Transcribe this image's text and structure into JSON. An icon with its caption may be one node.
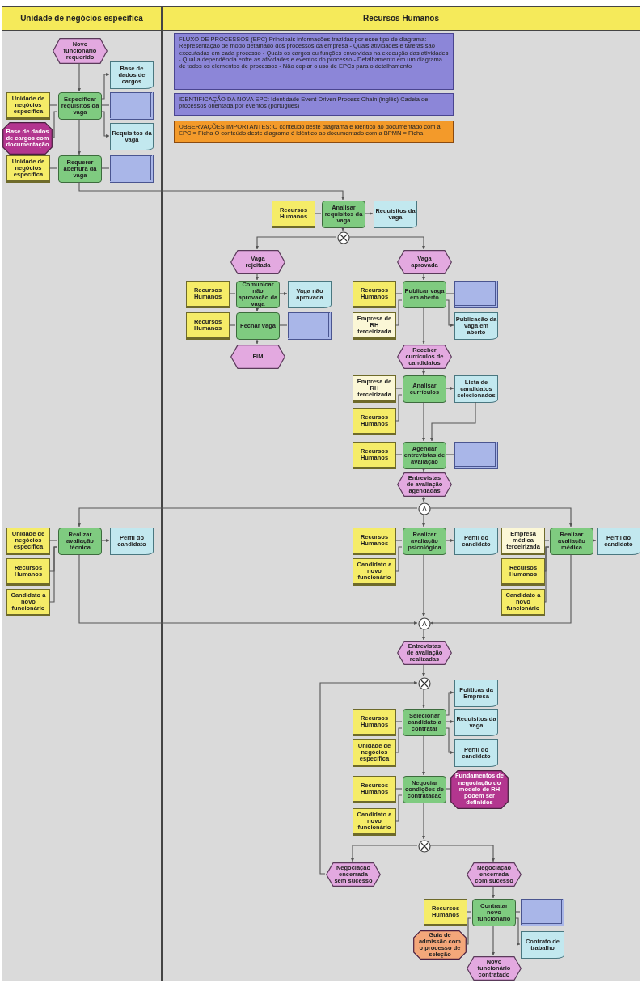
{
  "diagram": {
    "nodes": [
      {
        "text": [
          "Unidade de negócios específica"
        ]
      },
      {
        "text": [
          "Recursos Humanos"
        ]
      },
      {
        "text": [
          "FLUXO DE PROCESSOS (EPC) Principais informações trazidas por esse tipo de diagrama: - Representação de modo detalhado dos processos da empresa - Quais atividades e tarefas são executadas em cada processo - Quais os cargos ou funções envolvidas na execução das atividades - Qual a dependência entre as atividades e eventos do processo - Detalhamento em um diagrama de todos os elementos de processos - Não copiar o uso de EPCs para o detalhamento"
        ],
        "in": 1
      },
      {
        "text": [
          "IDENTIFICAÇÃO DA NOVA EPC: Identidade Event-Driven Process Chain (inglês) Cadeia de processos orientada por eventos (português)"
        ],
        "in": 1
      },
      {
        "text": [
          "OBSERVAÇÕES IMPORTANTES: O conteúdo deste diagrama é idêntico ao documentado com a EPC = Ficha O conteúdo deste diagrama é idêntico ao documentado com a BPMN = Ficha"
        ],
        "in": 1
      },
      {
        "text": [
          "Novo funcionário requerido"
        ],
        "in": 0
      },
      {
        "text": [
          "Base de dados de cargos"
        ],
        "in": 0
      },
      {
        "text": [
          "Unidade de negócios específica"
        ],
        "in": 0
      },
      {
        "text": [
          "Especificar requisitos da vaga"
        ],
        "in": 0
      },
      {
        "text": [],
        "shape": "box",
        "in": 0
      },
      {
        "text": [
          "Base de dados de cargos com documentação"
        ],
        "in": 0
      },
      {
        "text": [
          "Requisitos da vaga"
        ],
        "in": 0
      },
      {
        "text": [
          "Unidade de negócios específica"
        ],
        "in": 0
      },
      {
        "text": [
          "Requerer abertura da vaga"
        ],
        "in": 0
      },
      {
        "text": [],
        "shape": "box",
        "in": 0
      },
      {
        "text": [
          "Recursos Humanos"
        ],
        "in": 1
      },
      {
        "text": [
          "Analisar requisitos da vaga"
        ],
        "in": 1
      },
      {
        "text": [
          "Requisitos da vaga"
        ],
        "in": 1
      },
      {
        "text": [],
        "shape": "circle",
        "in": 1
      },
      {
        "text": [
          "Vaga rejeitada"
        ],
        "in": 1
      },
      {
        "text": [
          "Vaga aprovada"
        ],
        "in": 1
      },
      {
        "text": [
          "Recursos Humanos"
        ],
        "in": 1
      },
      {
        "text": [
          "Comunicar não aprovação da vaga"
        ],
        "in": 1
      },
      {
        "text": [
          "Vaga não aprovada"
        ],
        "in": 1
      },
      {
        "text": [
          "Recursos Humanos"
        ],
        "in": 1
      },
      {
        "text": [
          "Publicar vaga em aberto"
        ],
        "in": 1
      },
      {
        "text": [],
        "shape": "box",
        "in": 1
      },
      {
        "text": [
          "Empresa de RH terceirizada"
        ],
        "in": 1
      },
      {
        "text": [
          "Publicação da vaga em aberto"
        ],
        "in": 1
      },
      {
        "text": [
          "Recursos Humanos"
        ],
        "in": 1
      },
      {
        "text": [
          "Fechar vaga"
        ],
        "in": 1
      },
      {
        "text": [],
        "shape": "box",
        "in": 1
      },
      {
        "text": [
          "FIM"
        ],
        "in": 1
      },
      {
        "text": [
          "Receber currículos de candidatos"
        ],
        "in": 1
      },
      {
        "text": [
          "Empresa de RH terceirizada"
        ],
        "in": 1
      },
      {
        "text": [
          "Analisar currículos"
        ],
        "in": 1
      },
      {
        "text": [
          "Lista de candidatos selecionados"
        ],
        "in": 1
      },
      {
        "text": [
          "Recursos Humanos"
        ],
        "in": 1
      },
      {
        "text": [
          "Recursos Humanos"
        ],
        "in": 1
      },
      {
        "text": [
          "Agendar entrevistas de avaliação"
        ],
        "in": 1
      },
      {
        "text": [],
        "shape": "box",
        "in": 1
      },
      {
        "text": [
          "Entrevistas de avaliação agendadas"
        ],
        "in": 1
      },
      {
        "text": [],
        "shape": "circle",
        "in": 1
      },
      {
        "text": [
          "Unidade de negócios específica"
        ],
        "in": 0
      },
      {
        "text": [
          "Realizar avaliação técnica"
        ],
        "in": 0
      },
      {
        "text": [
          "Perfil do candidato"
        ],
        "in": 0
      },
      {
        "text": [
          "Recursos Humanos"
        ],
        "in": 0
      },
      {
        "text": [
          "Candidato a novo funcionário"
        ],
        "in": 0
      },
      {
        "text": [
          "Recursos Humanos"
        ],
        "in": 1
      },
      {
        "text": [
          "Realizar avaliação psicológica"
        ],
        "in": 1
      },
      {
        "text": [
          "Perfil do candidato"
        ],
        "in": 1
      },
      {
        "text": [
          "Candidato a novo funcionário"
        ],
        "in": 1
      },
      {
        "text": [
          "Empresa médica terceirizada"
        ],
        "in": 1
      },
      {
        "text": [
          "Realizar avaliação médica"
        ],
        "in": 1
      },
      {
        "text": [
          "Perfil do candidato"
        ],
        "in": 1
      },
      {
        "text": [
          "Recursos Humanos"
        ],
        "in": 1
      },
      {
        "text": [
          "Candidato a novo funcionário"
        ],
        "in": 1
      },
      {
        "text": [],
        "shape": "circle",
        "in": 1
      },
      {
        "text": [
          "Entrevistas de avaliação realizadas"
        ],
        "in": 1
      },
      {
        "text": [],
        "shape": "circle",
        "in": 1
      },
      {
        "text": [
          "Políticas da Empresa"
        ],
        "in": 1
      },
      {
        "text": [
          "Recursos Humanos"
        ],
        "in": 1
      },
      {
        "text": [
          "Selecionar candidato a contratar"
        ],
        "in": 1
      },
      {
        "text": [
          "Requisitos da vaga"
        ],
        "in": 1
      },
      {
        "text": [
          "Unidade de negócios específica"
        ],
        "in": 1
      },
      {
        "text": [
          "Perfil do candidato"
        ],
        "in": 1
      },
      {
        "text": [
          "Recursos Humanos"
        ],
        "in": 1
      },
      {
        "text": [
          "Negociar condições de contratação"
        ],
        "in": 1
      },
      {
        "text": [
          "Fundamentos de negociação do modelo de RH podem ser definidos"
        ],
        "in": 1
      },
      {
        "text": [
          "Candidato a novo funcionário"
        ],
        "in": 1
      },
      {
        "text": [],
        "shape": "circle",
        "in": 1
      },
      {
        "text": [
          "Negociação encerrada sem sucesso"
        ],
        "in": 1
      },
      {
        "text": [
          "Negociação encerrada com sucesso"
        ],
        "in": 1
      },
      {
        "text": [
          "Recursos Humanos"
        ],
        "in": 1
      },
      {
        "text": [
          "Contratar novo funcionário"
        ],
        "in": 1
      },
      {
        "text": [],
        "shape": "box",
        "in": 1
      },
      {
        "text": [
          "Guia de admissão com o processo de seleção"
        ],
        "in": 1
      },
      {
        "text": [
          "Contrato de trabalho"
        ],
        "in": 1
      },
      {
        "text": [
          "Novo funcionário contratado"
        ],
        "in": 1
      }
    ],
    "edges": [
      {
        "from": 5,
        "to": 8,
        "arrow": "to"
      },
      {
        "from": 7,
        "to": 8,
        "arrow": "none"
      },
      {
        "from": 10,
        "to": 8,
        "arrow": "none"
      },
      {
        "from": 8,
        "to": 6,
        "arrow": "to"
      },
      {
        "from": 8,
        "to": 9,
        "arrow": "none"
      },
      {
        "from": 8,
        "to": 11,
        "arrow": "to"
      },
      {
        "from": 8,
        "to": 13,
        "arrow": "to"
      },
      {
        "from": 12,
        "to": 13,
        "arrow": "none"
      },
      {
        "from": 13,
        "to": 14,
        "arrow": "none"
      },
      {
        "from": 13,
        "to": 16,
        "arrow": "to"
      },
      {
        "from": 15,
        "to": 16,
        "arrow": "none"
      },
      {
        "from": 16,
        "to": 17,
        "arrow": "to"
      },
      {
        "from": 16,
        "to": 18,
        "arrow": "to"
      },
      {
        "from": 18,
        "to": 19,
        "arrow": "to"
      },
      {
        "from": 18,
        "to": 20,
        "arrow": "to"
      },
      {
        "from": 19,
        "to": 22,
        "arrow": "to"
      },
      {
        "from": 21,
        "to": 22,
        "arrow": "none"
      },
      {
        "from": 22,
        "to": 23,
        "arrow": "to"
      },
      {
        "from": 22,
        "to": 30,
        "arrow": "to"
      },
      {
        "from": 29,
        "to": 30,
        "arrow": "none"
      },
      {
        "from": 30,
        "to": 31,
        "arrow": "none"
      },
      {
        "from": 30,
        "to": 32,
        "arrow": "to"
      },
      {
        "from": 20,
        "to": 25,
        "arrow": "to"
      },
      {
        "from": 24,
        "to": 25,
        "arrow": "none"
      },
      {
        "from": 25,
        "to": 26,
        "arrow": "none"
      },
      {
        "from": 27,
        "to": 25,
        "arrow": "none"
      },
      {
        "from": 25,
        "to": 28,
        "arrow": "to"
      },
      {
        "from": 25,
        "to": 33,
        "arrow": "to"
      },
      {
        "from": 33,
        "to": 35,
        "arrow": "to"
      },
      {
        "from": 34,
        "to": 35,
        "arrow": "none"
      },
      {
        "from": 37,
        "to": 35,
        "arrow": "none"
      },
      {
        "from": 35,
        "to": 36,
        "arrow": "to"
      },
      {
        "from": 36,
        "to": 39,
        "arrow": "to"
      },
      {
        "from": 35,
        "to": 39,
        "arrow": "to"
      },
      {
        "from": 38,
        "to": 39,
        "arrow": "none"
      },
      {
        "from": 39,
        "to": 40,
        "arrow": "none"
      },
      {
        "from": 39,
        "to": 41,
        "arrow": "to"
      },
      {
        "from": 41,
        "to": 42,
        "arrow": "to"
      },
      {
        "from": 42,
        "to": 44,
        "arrow": "to"
      },
      {
        "from": 42,
        "to": 49,
        "arrow": "to"
      },
      {
        "from": 42,
        "to": 53,
        "arrow": "to"
      },
      {
        "from": 43,
        "to": 44,
        "arrow": "none"
      },
      {
        "from": 46,
        "to": 44,
        "arrow": "none"
      },
      {
        "from": 47,
        "to": 44,
        "arrow": "none"
      },
      {
        "from": 44,
        "to": 45,
        "arrow": "to"
      },
      {
        "from": 48,
        "to": 49,
        "arrow": "none"
      },
      {
        "from": 51,
        "to": 49,
        "arrow": "none"
      },
      {
        "from": 49,
        "to": 50,
        "arrow": "to"
      },
      {
        "from": 52,
        "to": 53,
        "arrow": "none"
      },
      {
        "from": 55,
        "to": 53,
        "arrow": "none"
      },
      {
        "from": 56,
        "to": 53,
        "arrow": "none"
      },
      {
        "from": 53,
        "to": 54,
        "arrow": "to"
      },
      {
        "from": 44,
        "to": 57,
        "arrow": "to"
      },
      {
        "from": 49,
        "to": 57,
        "arrow": "to"
      },
      {
        "from": 53,
        "to": 57,
        "arrow": "to"
      },
      {
        "from": 57,
        "to": 58,
        "arrow": "to"
      },
      {
        "from": 58,
        "to": 59,
        "arrow": "to"
      },
      {
        "from": 71,
        "to": 59,
        "arrow": "to"
      },
      {
        "from": 59,
        "to": 62,
        "arrow": "to"
      },
      {
        "from": 61,
        "to": 62,
        "arrow": "none"
      },
      {
        "from": 64,
        "to": 62,
        "arrow": "none"
      },
      {
        "from": 62,
        "to": 60,
        "arrow": "to"
      },
      {
        "from": 62,
        "to": 63,
        "arrow": "to"
      },
      {
        "from": 62,
        "to": 65,
        "arrow": "to"
      },
      {
        "from": 62,
        "to": 67,
        "arrow": "to"
      },
      {
        "from": 66,
        "to": 67,
        "arrow": "none"
      },
      {
        "from": 69,
        "to": 67,
        "arrow": "none"
      },
      {
        "from": 67,
        "to": 68,
        "arrow": "none"
      },
      {
        "from": 67,
        "to": 70,
        "arrow": "to"
      },
      {
        "from": 70,
        "to": 71,
        "arrow": "to"
      },
      {
        "from": 70,
        "to": 72,
        "arrow": "to"
      },
      {
        "from": 72,
        "to": 74,
        "arrow": "to"
      },
      {
        "from": 73,
        "to": 74,
        "arrow": "none"
      },
      {
        "from": 76,
        "to": 74,
        "arrow": "none"
      },
      {
        "from": 74,
        "to": 75,
        "arrow": "none"
      },
      {
        "from": 74,
        "to": 77,
        "arrow": "to"
      },
      {
        "from": 74,
        "to": 78,
        "arrow": "to"
      }
    ]
  }
}
